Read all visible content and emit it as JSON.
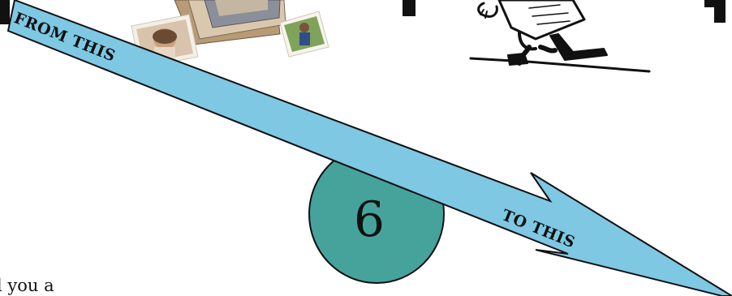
{
  "slide": {
    "arrow_start_label": "FROM THIS",
    "arrow_end_label": "TO THIS",
    "circle_number": "6",
    "partial_caption": "l you a"
  },
  "colors": {
    "arrow_fill": "#7ec8e3",
    "circle_fill": "#45a39c",
    "outline": "#111111",
    "background": "#ffffff"
  },
  "icons": [
    "photo-stack-image",
    "cartoon-walking-character-image"
  ]
}
